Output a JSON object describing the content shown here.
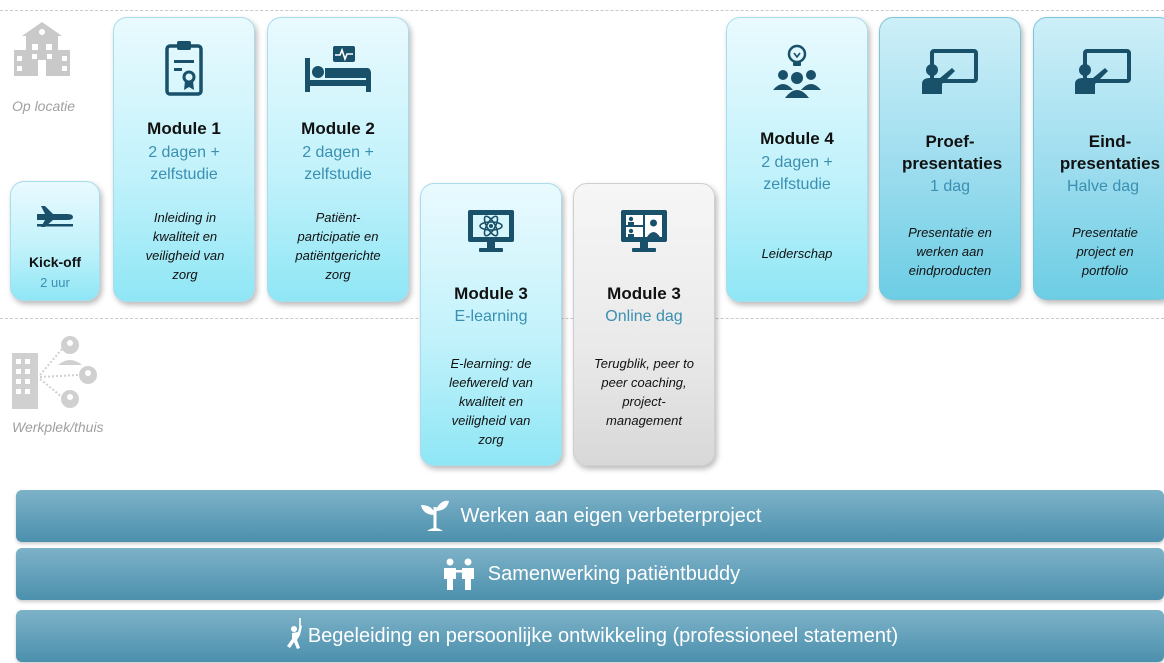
{
  "locations": {
    "top_label": "Op locatie",
    "bottom_label": "Werkplek/thuis"
  },
  "modules": [
    {
      "title": "Kick-off",
      "sub": "2 uur",
      "desc": ""
    },
    {
      "title": "Module 1",
      "sub": "2 dagen + zelfstudie",
      "desc": "Inleiding in kwaliteit en veiligheid van zorg"
    },
    {
      "title": "Module 2",
      "sub": "2 dagen + zelfstudie",
      "desc": "Patiënt-participatie en patiëntgerichte zorg"
    },
    {
      "title": "Module 3",
      "sub": "E-learning",
      "desc": "E-learning: de leefwereld van kwaliteit en veiligheid van zorg"
    },
    {
      "title": "Module 3",
      "sub": "Online dag",
      "desc": "Terugblik, peer to peer coaching, project-management"
    },
    {
      "title": "Module 4",
      "sub": "2 dagen + zelfstudie",
      "desc": "Leiderschap"
    },
    {
      "title": "Proef-presentaties",
      "sub": "1 dag",
      "desc": "Presentatie en werken aan eindproducten"
    },
    {
      "title": "Eind-presentaties",
      "sub": "Halve dag",
      "desc": "Presentatie project en portfolio"
    }
  ],
  "bars": [
    {
      "label": "Werken aan eigen verbeterproject",
      "icon": "plant-icon"
    },
    {
      "label": "Samenwerking patiëntbuddy",
      "icon": "people-icon"
    },
    {
      "label": "Begeleiding en persoonlijke ontwikkeling (professioneel statement)",
      "icon": "climber-icon"
    }
  ],
  "colors": {
    "card_fill": "#c2f2fb",
    "card_gray": "#e9e9e9",
    "subtitle": "#3b8fb0",
    "bar": "#5b9db8",
    "icon": "#19506a"
  }
}
